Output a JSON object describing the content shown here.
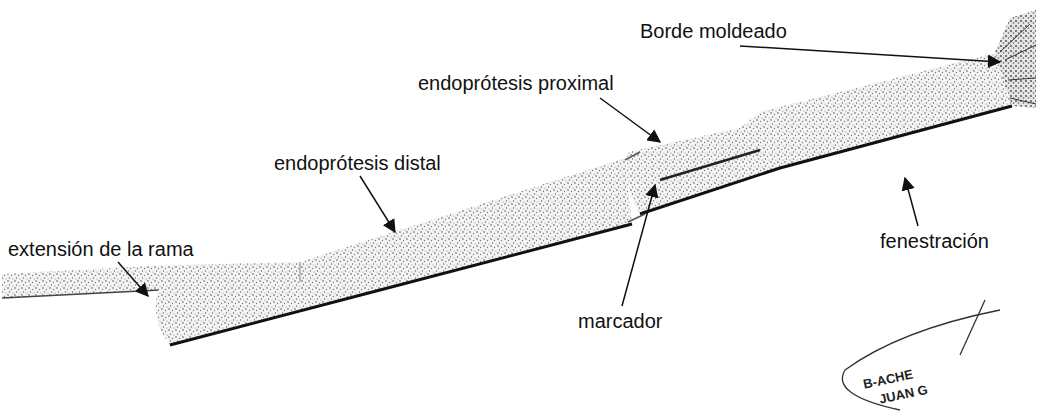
{
  "diagram": {
    "labels": [
      "Borde moldeado",
      "endoprótesis proximal",
      "endoprótesis distal",
      "extensión de la rama",
      "fenestración",
      "marcador",
      "B-ACHE",
      "JUAN G"
    ]
  }
}
